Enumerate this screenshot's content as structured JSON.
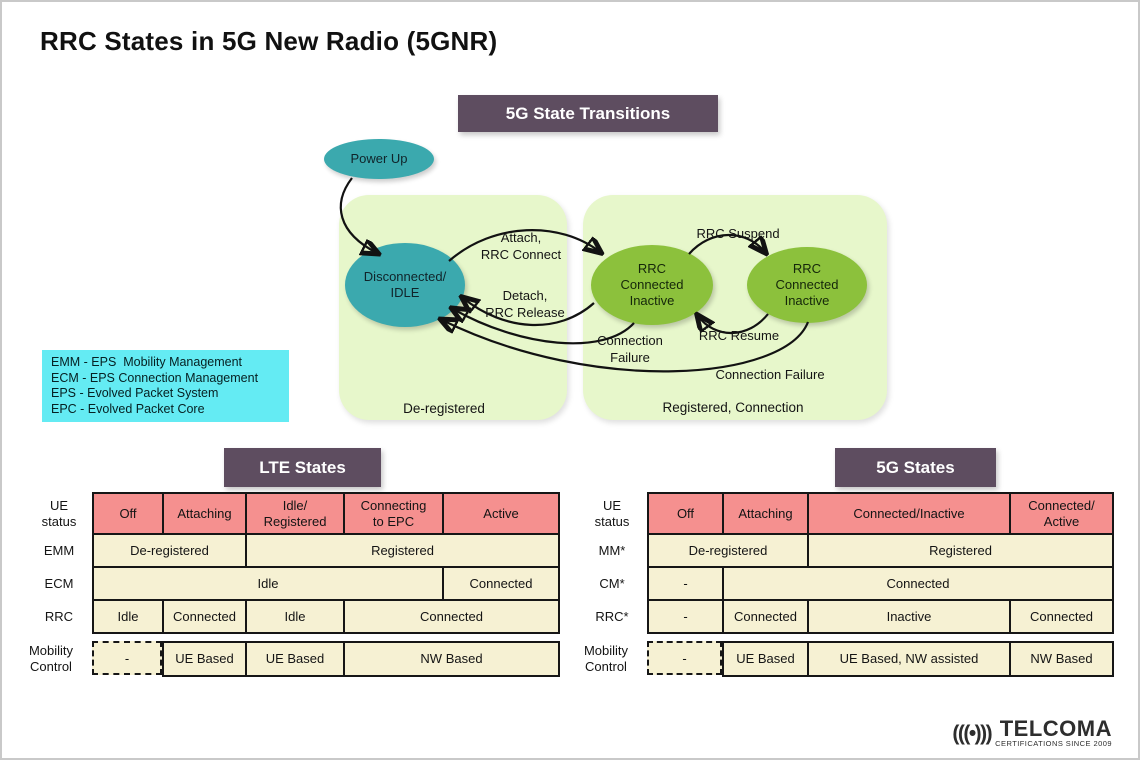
{
  "title": "RRC States in 5G New Radio (5GNR)",
  "transitions": {
    "header": "5G State Transitions",
    "nodes": {
      "power_up": "Power Up",
      "disconnected_idle": "Disconnected/\nIDLE",
      "rrc_connected_inactive_1": "RRC\nConnected\nInactive",
      "rrc_connected_inactive_2": "RRC\nConnected\nInactive"
    },
    "edges": {
      "attach": "Attach,\nRRC Connect",
      "detach": "Detach,\nRRC Release",
      "suspend": "RRC Suspend",
      "resume": "RRC Resume",
      "connection_failure_short": "Connection\nFailure",
      "connection_failure_long": "Connection Failure"
    },
    "regions": {
      "deregistered": "De-registered",
      "registered": "Registered, Connection"
    }
  },
  "legend": {
    "lines": [
      "EMM - EPS  Mobility Management",
      "ECM - EPS Connection Management",
      "EPS - Evolved Packet System",
      "EPC - Evolved Packet Core"
    ]
  },
  "lte": {
    "header": "LTE States",
    "row_labels": {
      "ue": "UE\nstatus",
      "emm": "EMM",
      "ecm": "ECM",
      "rrc": "RRC",
      "mobility": "Mobility\nControl"
    },
    "ue_status": [
      "Off",
      "Attaching",
      "Idle/\nRegistered",
      "Connecting\nto EPC",
      "Active"
    ],
    "emm": [
      "De-registered",
      "Registered"
    ],
    "ecm": [
      "Idle",
      "Connected"
    ],
    "rrc": [
      "Idle",
      "Connected",
      "Idle",
      "Connected"
    ],
    "mobility": [
      "-",
      "UE Based",
      "UE Based",
      "NW Based"
    ]
  },
  "fiveg": {
    "header": "5G States",
    "row_labels": {
      "ue": "UE\nstatus",
      "mm": "MM*",
      "cm": "CM*",
      "rrc": "RRC*",
      "mobility": "Mobility\nControl"
    },
    "ue_status": [
      "Off",
      "Attaching",
      "Connected/Inactive",
      "Connected/\nActive"
    ],
    "mm": [
      "De-registered",
      "Registered"
    ],
    "cm": [
      "-",
      "Connected"
    ],
    "rrc": [
      "-",
      "Connected",
      "Inactive",
      "Connected"
    ],
    "mobility": [
      "-",
      "UE Based",
      "UE Based, NW assisted",
      "NW Based"
    ]
  },
  "logo": {
    "icon": "(((•)))",
    "brand": "TELCOMA",
    "tagline": "CERTIFICATIONS SINCE 2009"
  },
  "colors": {
    "teal": "#3ba9ae",
    "green": "#8cc13c",
    "panel_green": "#e7f7cb",
    "purple": "#5e4d60",
    "pink": "#f5908f",
    "cream": "#f6f1d3",
    "cyan": "#64ebf3"
  }
}
